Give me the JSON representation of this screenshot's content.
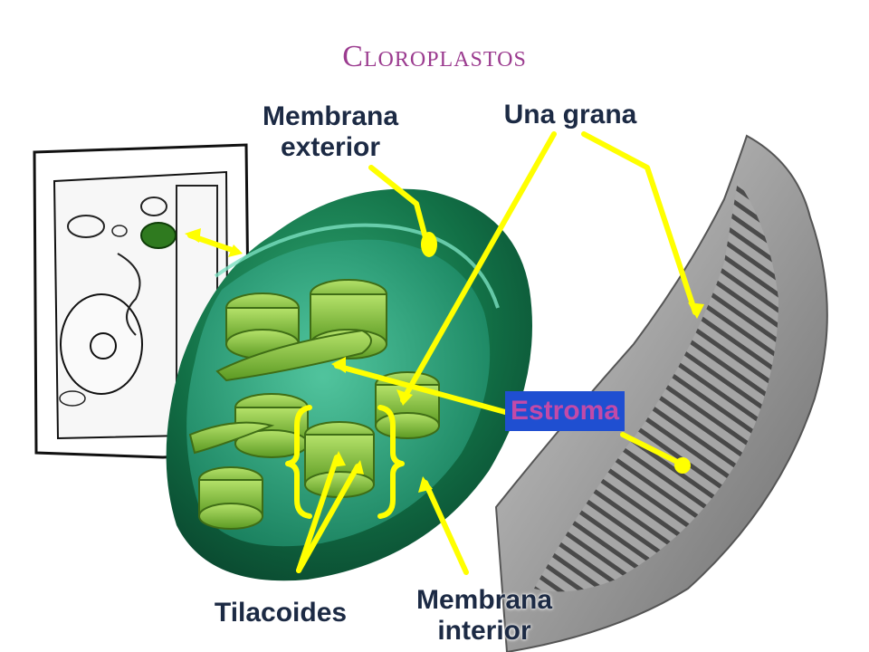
{
  "title": "Cloroplastos",
  "colors": {
    "title": "#9b3b8f",
    "label_text": "#1c2a44",
    "arrow": "#ffff00",
    "estroma_bg": "#1f4fd1",
    "estroma_text": "#c24aa8",
    "chloroplast_dark": "#0d5a3a",
    "chloroplast_mid": "#1f8f5c",
    "grana": "#8cc63f",
    "micrograph": "#5a5a5a"
  },
  "labels": {
    "membrana_exterior": [
      "Membrana",
      "exterior"
    ],
    "una_grana": "Una grana",
    "estroma": "Estroma",
    "tilacoides": "Tilacoides",
    "membrana_interior": [
      "Membrana",
      "interior"
    ]
  }
}
